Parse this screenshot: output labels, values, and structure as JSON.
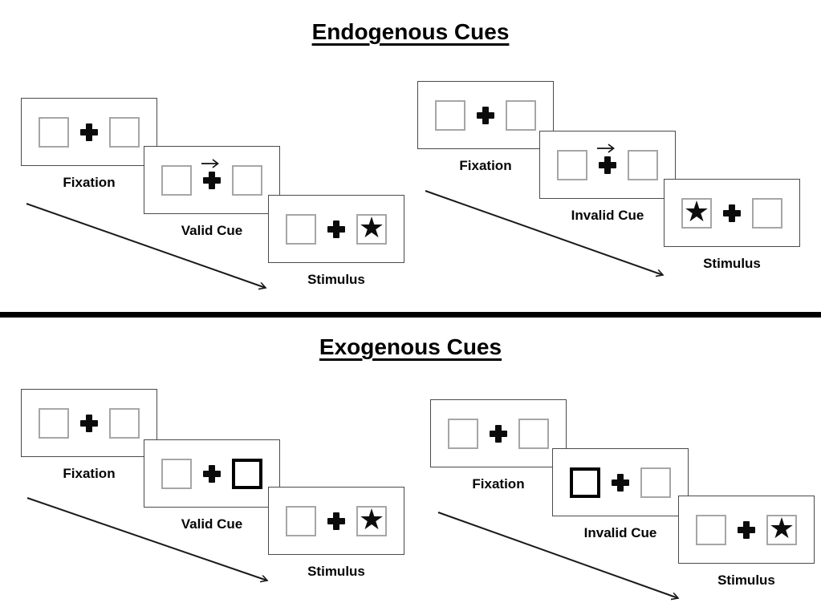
{
  "sections": [
    {
      "title": "Endogenous Cues",
      "groups": [
        {
          "trial_type": "valid",
          "panels": [
            {
              "label": "Fixation",
              "left_box": "empty",
              "center": "fixation-cross",
              "right_box": "empty"
            },
            {
              "label": "Valid Cue",
              "left_box": "empty",
              "center": "fixation-cross-with-right-arrow",
              "right_box": "empty"
            },
            {
              "label": "Stimulus",
              "left_box": "empty",
              "center": "fixation-cross",
              "right_box": "star"
            }
          ]
        },
        {
          "trial_type": "invalid",
          "panels": [
            {
              "label": "Fixation",
              "left_box": "empty",
              "center": "fixation-cross",
              "right_box": "empty"
            },
            {
              "label": "Invalid Cue",
              "left_box": "empty",
              "center": "fixation-cross-with-right-arrow",
              "right_box": "empty"
            },
            {
              "label": "Stimulus",
              "left_box": "star",
              "center": "fixation-cross",
              "right_box": "empty"
            }
          ]
        }
      ]
    },
    {
      "title": "Exogenous Cues",
      "groups": [
        {
          "trial_type": "valid",
          "panels": [
            {
              "label": "Fixation",
              "left_box": "empty",
              "center": "fixation-cross",
              "right_box": "empty"
            },
            {
              "label": "Valid Cue",
              "left_box": "empty",
              "center": "fixation-cross",
              "right_box": "bold-outline-cue"
            },
            {
              "label": "Stimulus",
              "left_box": "empty",
              "center": "fixation-cross",
              "right_box": "star"
            }
          ]
        },
        {
          "trial_type": "invalid",
          "panels": [
            {
              "label": "Fixation",
              "left_box": "empty",
              "center": "fixation-cross",
              "right_box": "empty"
            },
            {
              "label": "Invalid Cue",
              "left_box": "bold-outline-cue",
              "center": "fixation-cross",
              "right_box": "empty"
            },
            {
              "label": "Stimulus",
              "left_box": "empty",
              "center": "fixation-cross",
              "right_box": "star"
            }
          ]
        }
      ]
    }
  ],
  "icons": {
    "star_glyph": "★",
    "fixation_cross": "heavy-plus-css-shape",
    "cue_arrow": "right-arrow-svg",
    "timeline_arrow": "diagonal-down-right-arrow-svg"
  },
  "colors": {
    "ink": "#000000",
    "panel_border": "#4a4a4a",
    "placeholder_box_border": "#a6a6a6",
    "divider": "#000000",
    "background": "#ffffff"
  }
}
